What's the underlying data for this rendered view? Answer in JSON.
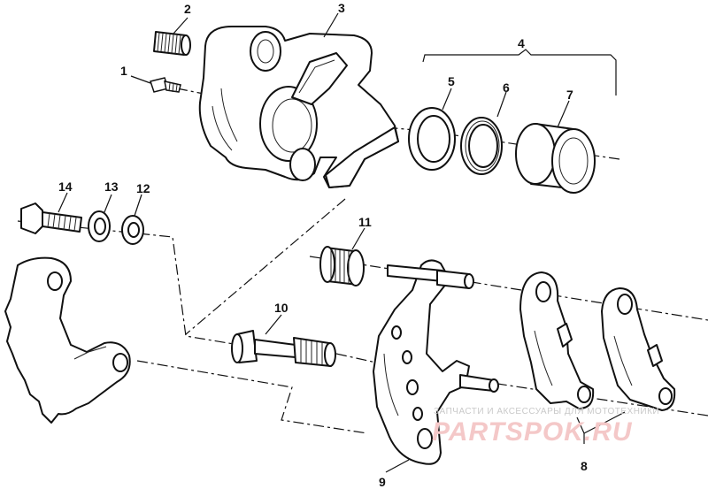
{
  "callouts": {
    "c1": "1",
    "c2": "2",
    "c3": "3",
    "c4": "4",
    "c5": "5",
    "c6": "6",
    "c7": "7",
    "c8": "8",
    "c9": "9",
    "c10": "10",
    "c11": "11",
    "c12": "12",
    "c13": "13",
    "c14": "14"
  },
  "watermark": {
    "line1": "ЗАПЧАСТИ И АКСЕССУАРЫ ДЛЯ МОТОТЕХНИКИ",
    "line2": "PARTSPOK.RU"
  }
}
